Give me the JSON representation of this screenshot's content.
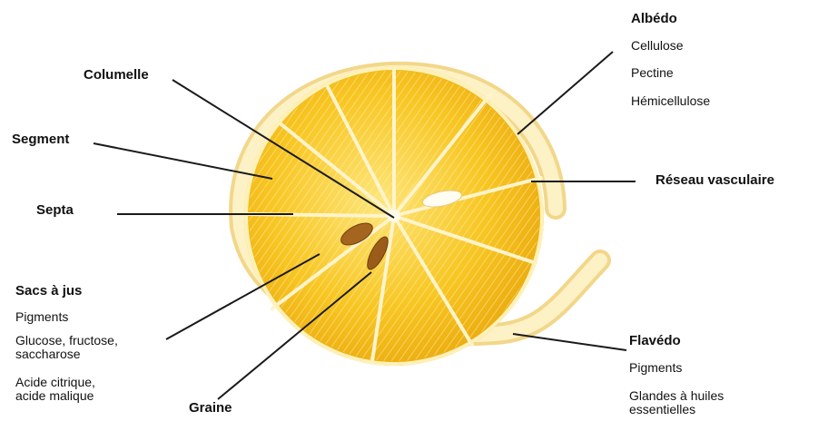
{
  "labels": {
    "columelle": "Columelle",
    "segment": "Segment",
    "septa": "Septa",
    "sacs": {
      "title": "Sacs à jus",
      "item1": "Pigments",
      "item2a": "Glucose, fructose,",
      "item2b": "saccharose",
      "item3a": "Acide citrique,",
      "item3b": "acide malique"
    },
    "graine": "Graine",
    "albedo": {
      "title": "Albédo",
      "item1": "Cellulose",
      "item2": "Pectine",
      "item3": "Hémicellulose"
    },
    "reseau": "Réseau vasculaire",
    "flavedo": {
      "title": "Flavédo",
      "item1": "Pigments",
      "item2a": "Glandes à huiles",
      "item2b": "essentielles"
    }
  },
  "colors": {
    "flesh": "#f7c51e",
    "flesh_dark": "#e6a70c",
    "rind": "#fbe7a6",
    "rind_edge": "#e9bf55",
    "membrane": "#fff6d2",
    "seed": "#a4651e",
    "leader": "#1a1a1a"
  }
}
